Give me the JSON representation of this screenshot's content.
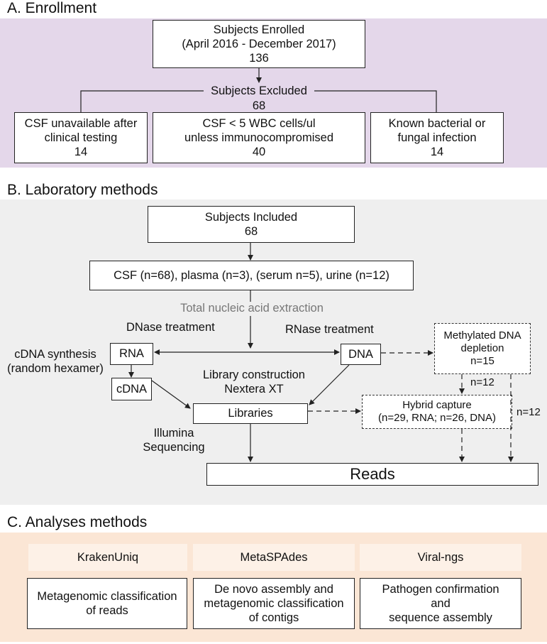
{
  "colors": {
    "enrollment_bg": "#e4d7ea",
    "lab_bg": "#efefef",
    "analysis_bg": "#fbe6d5",
    "analysis_label_bg": "#fdf1e7",
    "line": "#222222"
  },
  "enrollment": {
    "title": "A. Enrollment",
    "enrolled": {
      "line1": "Subjects Enrolled",
      "line2": "(April 2016 - December 2017)",
      "count": "136"
    },
    "excluded": {
      "label": "Subjects Excluded",
      "count": "68"
    },
    "reasons": [
      {
        "line1": "CSF unavailable after",
        "line2": "clinical testing",
        "count": "14"
      },
      {
        "line1": "CSF < 5 WBC cells/ul",
        "line2": "unless immunocompromised",
        "count": "40"
      },
      {
        "line1": "Known bacterial or",
        "line2": "fungal infection",
        "count": "14"
      }
    ]
  },
  "lab": {
    "title": "B. Laboratory methods",
    "included": {
      "line1": "Subjects Included",
      "count": "68"
    },
    "samples": "CSF (n=68), plasma (n=3), (serum n=5), urine (n=12)",
    "extraction": "Total nucleic acid extraction",
    "dnase": "DNase treatment",
    "rnase": "RNase treatment",
    "cdna_synthesis": {
      "line1": "cDNA synthesis",
      "line2": "(random hexamer)"
    },
    "rna": "RNA",
    "dna": "DNA",
    "cdna": "cDNA",
    "library_construction": {
      "line1": "Library construction",
      "line2": "Nextera XT"
    },
    "libraries": "Libraries",
    "illumina": {
      "line1": "Illumina",
      "line2": "Sequencing"
    },
    "methylated": {
      "line1": "Methylated DNA",
      "line2": "depletion",
      "count": "n=15"
    },
    "n12_a": "n=12",
    "n12_b": "n=12",
    "hybrid": {
      "line1": "Hybrid capture",
      "line2": "(n=29, RNA; n=26, DNA)"
    },
    "reads": "Reads"
  },
  "analyses": {
    "title": "C. Analyses methods",
    "tools": [
      {
        "name": "KrakenUniq",
        "line1": "Metagenomic classification",
        "line2": "of reads",
        "line3": ""
      },
      {
        "name": "MetaSPAdes",
        "line1": "De novo assembly and",
        "line2": "metagenomic classification",
        "line3": "of contigs"
      },
      {
        "name": "Viral-ngs",
        "line1": "Pathogen confirmation",
        "line2": "and",
        "line3": "sequence assembly"
      }
    ]
  }
}
